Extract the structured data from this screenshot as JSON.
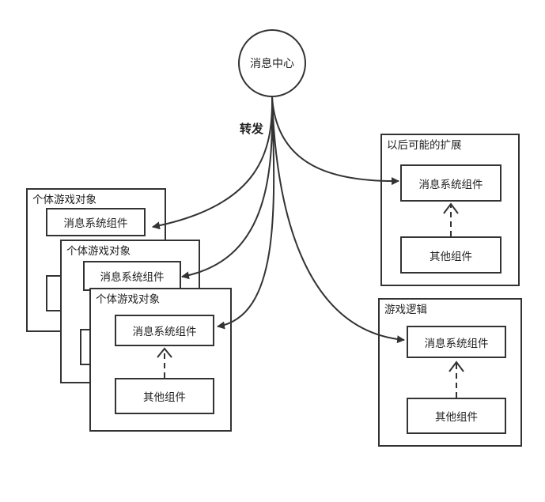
{
  "center": {
    "label": "消息中心"
  },
  "forward_label": "转发",
  "game_objects": [
    {
      "title": "个体游戏对象",
      "component": "消息系统组件"
    },
    {
      "title": "个体游戏对象",
      "component": "消息系统组件"
    },
    {
      "title": "个体游戏对象",
      "component": "消息系统组件",
      "other": "其他组件"
    }
  ],
  "future": {
    "title": "以后可能的扩展",
    "component": "消息系统组件",
    "other": "其他组件"
  },
  "game_logic": {
    "title": "游戏逻辑",
    "component": "消息系统组件",
    "other": "其他组件"
  },
  "colors": {
    "line": "#333333",
    "background": "#ffffff",
    "text": "#222222"
  }
}
